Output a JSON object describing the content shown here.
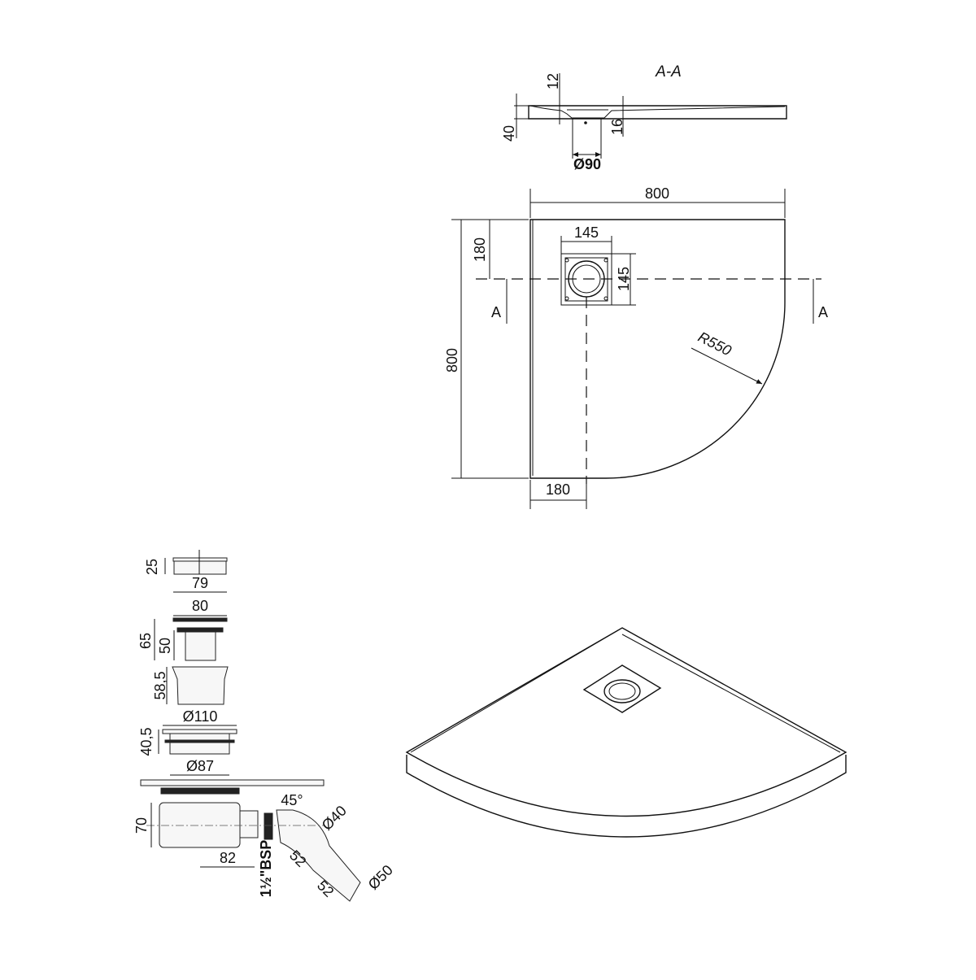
{
  "section": {
    "title": "A-A",
    "dims": {
      "d12": "12",
      "d40": "40",
      "d16": "16",
      "d90": "Ø90"
    }
  },
  "plan": {
    "width": "800",
    "height": "800",
    "drain_offset_top": "180",
    "drain_offset_left": "180",
    "drain_width": "145",
    "drain_height": "145",
    "radius": "R550",
    "section_mark_left": "A",
    "section_mark_right": "A"
  },
  "drain_parts": {
    "cover_height": "25",
    "cover_width": "79",
    "grate_width": "80",
    "grate_height": "65",
    "grate_insert": "50",
    "insert_height": "58,5",
    "flange_diameter": "Ø110",
    "flange_height": "40,5",
    "thread_diameter": "Ø87",
    "trap_height": "70",
    "trap_offset": "82",
    "thread_bsp": "1½\"BSP",
    "elbow_angle": "45°",
    "outlet_d40": "Ø40",
    "outlet_d50": "Ø50",
    "pipe_len_1": "52",
    "pipe_len_2": "52"
  }
}
